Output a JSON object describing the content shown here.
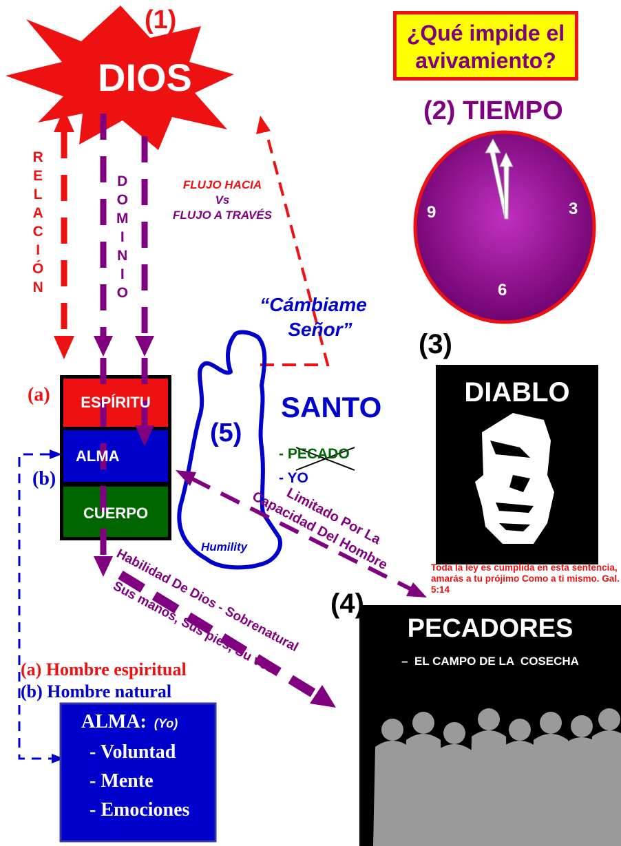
{
  "labels": {
    "one": "(1)",
    "dios": "DIOS",
    "question": "¿Qué impide el avivamiento?",
    "tiempo": "(2) TIEMPO",
    "three": "(3)",
    "diablo": "DIABLO",
    "four": "(4)",
    "pecadores": "PECADORES",
    "campo": "–  EL CAMPO DE LA  COSECHA",
    "five": "(5)",
    "santo": "SANTO",
    "pecado": "- PECADO",
    "yo": "- YO",
    "cambiame_1": "“Cámbiame",
    "cambiame_2": "Señor”",
    "humility": "Humility",
    "flujo_1": "FLUJO HACIA",
    "flujo_2": "Vs",
    "flujo_3": "FLUJO A TRAVÉS",
    "relacion": [
      "R",
      "E",
      "L",
      "A",
      "C",
      "I",
      "Ó",
      "N"
    ],
    "dominio": [
      "D",
      "O",
      "M",
      "I",
      "N",
      "I",
      "O"
    ],
    "a_marker": "(a)",
    "b_marker": "(b)",
    "espiritu": "ESPÍRITU",
    "alma": "ALMA",
    "cuerpo": "CUERPO",
    "limitado_1": "Limitado Por La",
    "limitado_2": "Capacidad Del Hombre",
    "habilidad": "Habilidad De Dios - Sobrenatural",
    "manos": "Sus manos, Sus pies, Su voz",
    "hombre_espiritual": "(a) Hombre espiritual",
    "hombre_natural": "(b) Hombre natural",
    "ley": "Toda la ley es cumplida en esta sentencia, amarás a tu prójimo Como a ti mismo. Gal. 5:14",
    "clock_9": "9",
    "clock_3": "3",
    "clock_6": "6"
  },
  "alma_box": {
    "title": "ALMA:",
    "subtitle": "(Yo)",
    "items": [
      "- Voluntad",
      "- Mente",
      "- Emociones"
    ]
  },
  "colors": {
    "red": "#ee1111",
    "purple": "#800080",
    "blue": "#0000cc",
    "green": "#006600",
    "yellow": "#ffff00"
  }
}
